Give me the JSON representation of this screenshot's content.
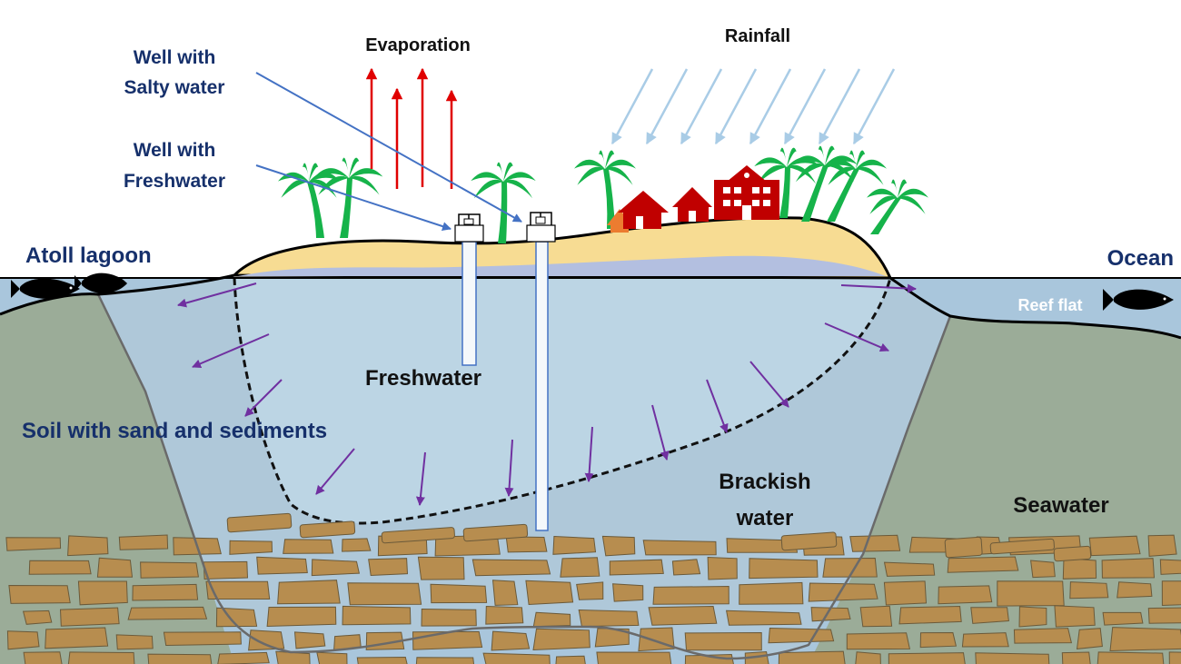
{
  "labels": {
    "well_salty_line1": "Well with",
    "well_salty_line2": "Salty water",
    "well_fresh_line1": "Well with",
    "well_fresh_line2": "Freshwater",
    "evaporation": "Evaporation",
    "rainfall": "Rainfall",
    "atoll_lagoon": "Atoll lagoon",
    "ocean": "Ocean",
    "reef_flat": "Reef flat",
    "freshwater": "Freshwater",
    "soil": "Soil with sand and sediments",
    "brackish_line1": "Brackish",
    "brackish_line2": "water",
    "seawater": "Seawater"
  },
  "colors": {
    "label_blue": "#16306b",
    "label_black": "#111111",
    "sea": "#a9c6dc",
    "lens": "#b9d3e2",
    "soil": "#9bac98",
    "sand": "#f7dc93",
    "rock": "#b78d4f",
    "evaporation_arrow": "#e00000",
    "rain_arrow": "#a9cce6",
    "flow_arrow": "#7030a0",
    "pointer_line": "#4472c4",
    "palm": "#16b34a",
    "house": "#c00000",
    "house_small": "#ec7c30"
  }
}
